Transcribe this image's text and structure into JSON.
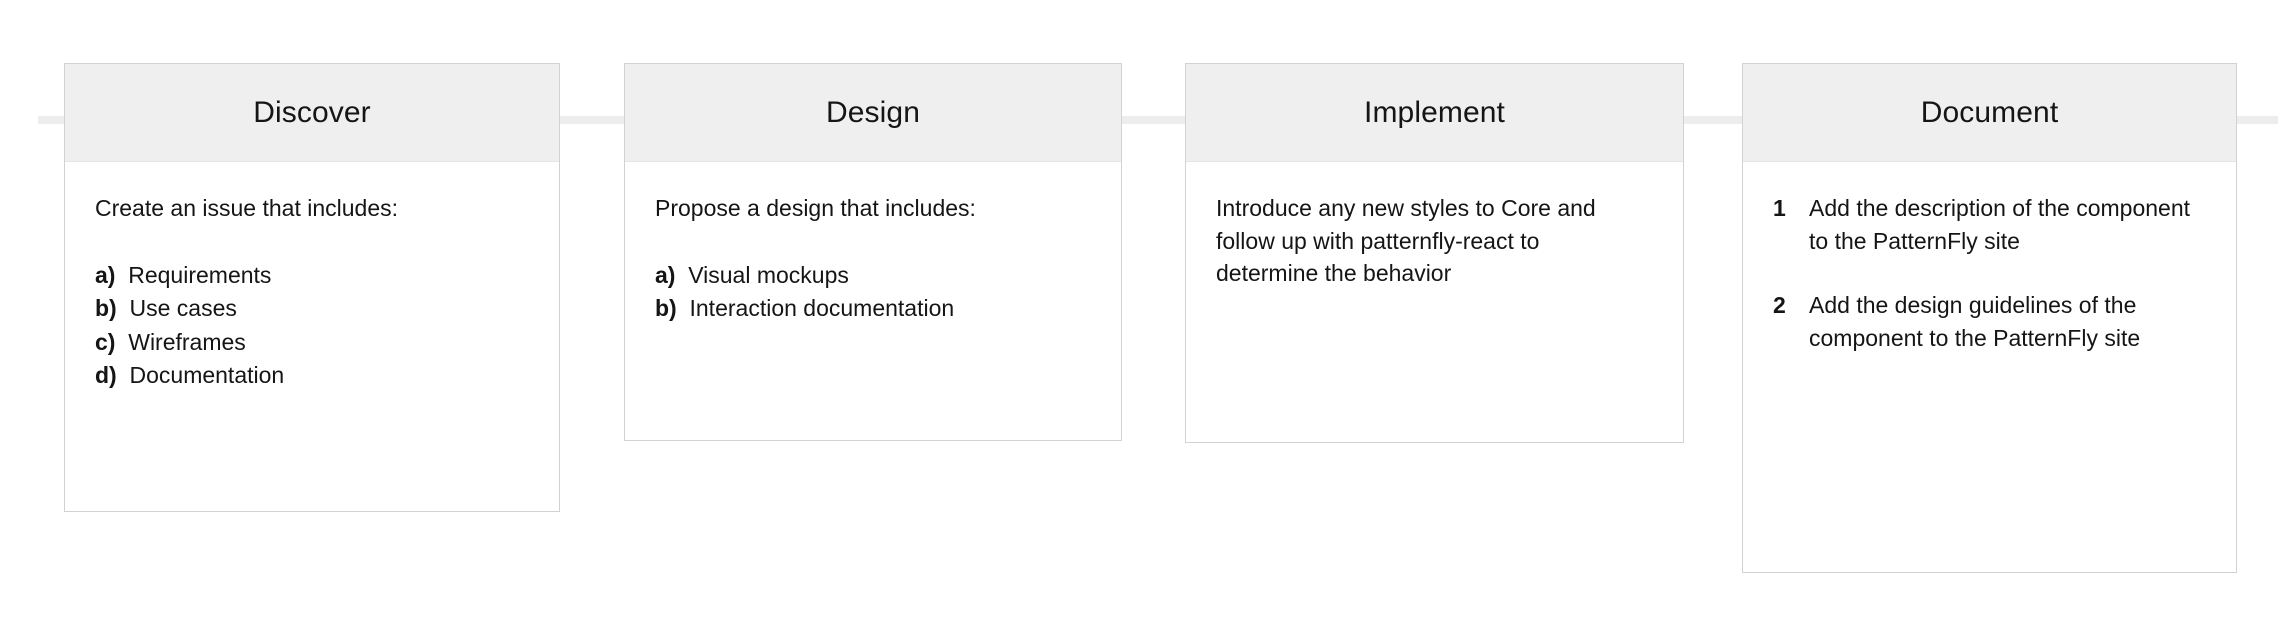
{
  "theme": {
    "page_background": "#ffffff",
    "card_background": "#ffffff",
    "card_header_background": "#efefef",
    "card_border": "#d2d2d2",
    "connector": "#ededed",
    "text": "#151515"
  },
  "flow": {
    "steps": [
      {
        "title": "Discover",
        "intro": "Create an issue that includes:",
        "list_type": "lettered",
        "items": [
          {
            "marker": "a)",
            "text": "Requirements"
          },
          {
            "marker": "b)",
            "text": "Use cases"
          },
          {
            "marker": "c)",
            "text": "Wireframes"
          },
          {
            "marker": "d)",
            "text": "Documentation"
          }
        ]
      },
      {
        "title": "Design",
        "intro": "Propose a design that includes:",
        "list_type": "lettered",
        "items": [
          {
            "marker": "a)",
            "text": "Visual mockups"
          },
          {
            "marker": "b)",
            "text": "Interaction documentation"
          }
        ]
      },
      {
        "title": "Implement",
        "intro": "Introduce any new styles to Core and follow up with patternfly-react to determine the behavior",
        "list_type": "none",
        "items": []
      },
      {
        "title": "Document",
        "intro": "",
        "list_type": "numbered",
        "items": [
          {
            "marker": "1",
            "text": "Add the description of the component to the PatternFly site"
          },
          {
            "marker": "2",
            "text": "Add the design guidelines of the component to the PatternFly site"
          }
        ]
      }
    ]
  }
}
